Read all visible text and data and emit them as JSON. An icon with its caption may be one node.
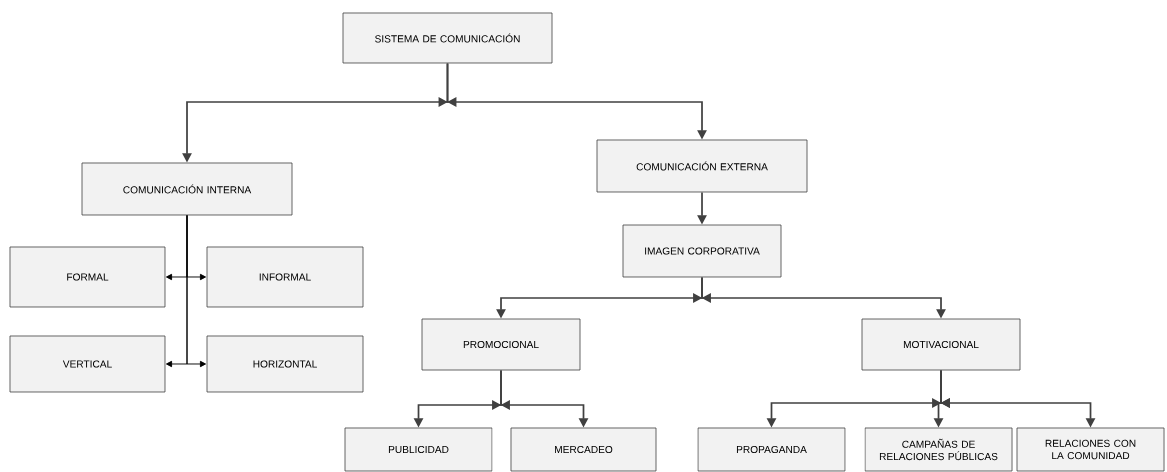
{
  "diagram": {
    "nodes": [
      {
        "text": [
          "SISTEMA DE COMUNICACIÓN"
        ]
      },
      {
        "text": [
          "COMUNICACIÓN INTERNA"
        ]
      },
      {
        "text": [
          "COMUNICACIÓN EXTERNA"
        ]
      },
      {
        "text": [
          "FORMAL"
        ]
      },
      {
        "text": [
          "INFORMAL"
        ]
      },
      {
        "text": [
          "VERTICAL"
        ]
      },
      {
        "text": [
          "HORIZONTAL"
        ]
      },
      {
        "text": [
          "IMAGEN CORPORATIVA"
        ]
      },
      {
        "text": [
          "PROMOCIONAL"
        ]
      },
      {
        "text": [
          "MOTIVACIONAL"
        ]
      },
      {
        "text": [
          "PUBLICIDAD"
        ]
      },
      {
        "text": [
          "MERCADEO"
        ]
      },
      {
        "text": [
          "PROPAGANDA"
        ]
      },
      {
        "text": [
          "CAMPAÑAS DE RELACIONES PÚBLICAS"
        ]
      },
      {
        "text": [
          "RELACIONES CON LA COMUNIDAD"
        ]
      }
    ],
    "edges": [
      {
        "from": 0,
        "to": 1,
        "arrow": "to"
      },
      {
        "from": 0,
        "to": 2,
        "arrow": "to"
      },
      {
        "from": 1,
        "to": 3,
        "arrow": "to"
      },
      {
        "from": 1,
        "to": 4,
        "arrow": "to"
      },
      {
        "from": 1,
        "to": 5,
        "arrow": "to"
      },
      {
        "from": 1,
        "to": 6,
        "arrow": "to"
      },
      {
        "from": 2,
        "to": 7,
        "arrow": "to"
      },
      {
        "from": 7,
        "to": 8,
        "arrow": "to"
      },
      {
        "from": 7,
        "to": 9,
        "arrow": "to"
      },
      {
        "from": 8,
        "to": 10,
        "arrow": "to"
      },
      {
        "from": 8,
        "to": 11,
        "arrow": "to"
      },
      {
        "from": 9,
        "to": 12,
        "arrow": "to"
      },
      {
        "from": 9,
        "to": 13,
        "arrow": "to"
      },
      {
        "from": 9,
        "to": 14,
        "arrow": "to"
      }
    ]
  }
}
